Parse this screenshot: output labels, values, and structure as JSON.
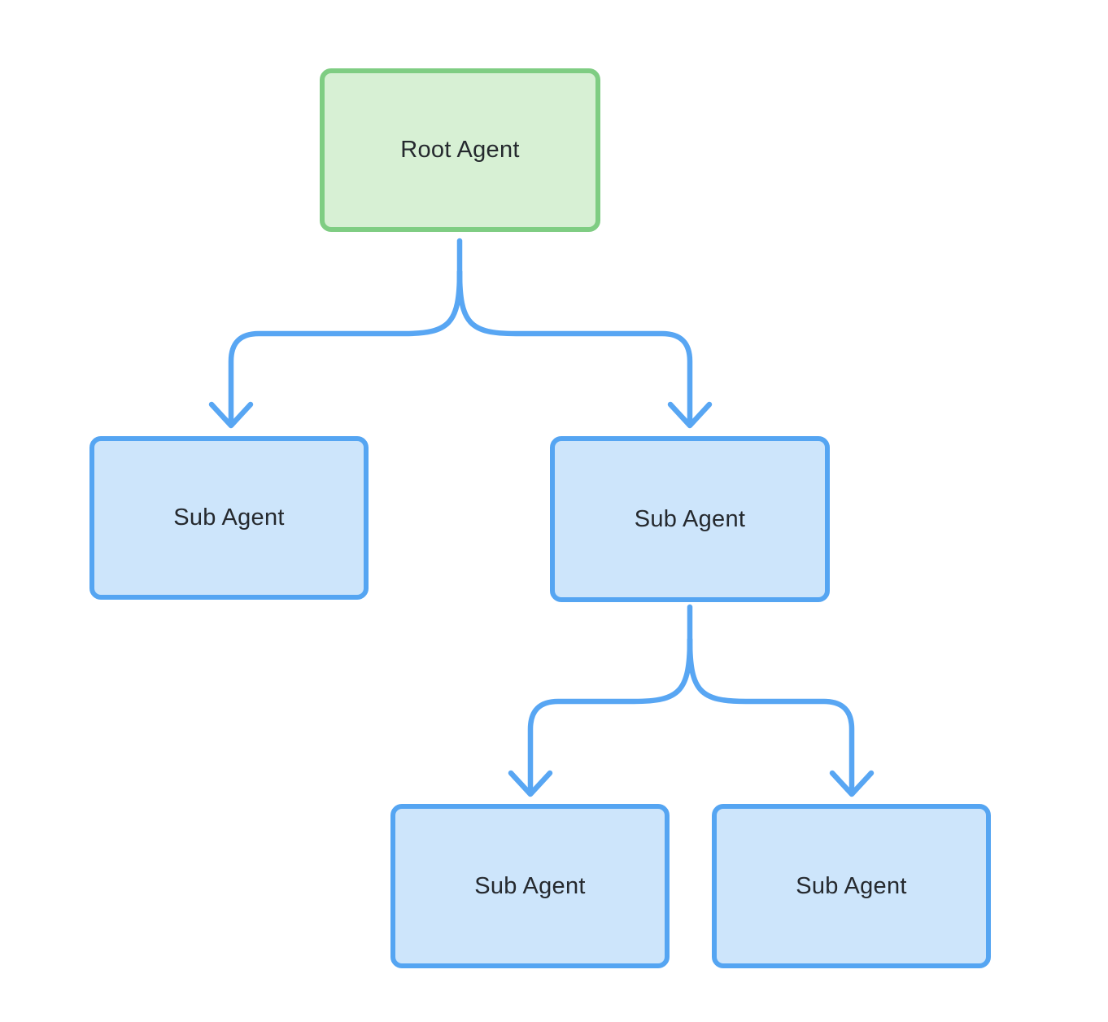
{
  "diagram": {
    "type": "tree",
    "nodes": [
      {
        "id": "root",
        "label": "Root Agent",
        "role": "root"
      },
      {
        "id": "sub-left",
        "label": "Sub Agent",
        "role": "sub"
      },
      {
        "id": "sub-right",
        "label": "Sub Agent",
        "role": "sub"
      },
      {
        "id": "sub-bottom-left",
        "label": "Sub Agent",
        "role": "sub"
      },
      {
        "id": "sub-bottom-right",
        "label": "Sub Agent",
        "role": "sub"
      }
    ],
    "edges": [
      {
        "from": "root",
        "to": "sub-left",
        "arrow": "chevron-down"
      },
      {
        "from": "root",
        "to": "sub-right",
        "arrow": "chevron-down"
      },
      {
        "from": "sub-right",
        "to": "sub-bottom-left",
        "arrow": "chevron-down"
      },
      {
        "from": "sub-right",
        "to": "sub-bottom-right",
        "arrow": "chevron-down"
      }
    ],
    "colors": {
      "background": "#ffffff",
      "root_fill": "#d7f0d4",
      "root_border": "#7fcd83",
      "sub_fill": "#cde5fb",
      "sub_border": "#55a5f2",
      "edge": "#58a6f3",
      "text": "#25292e"
    }
  }
}
